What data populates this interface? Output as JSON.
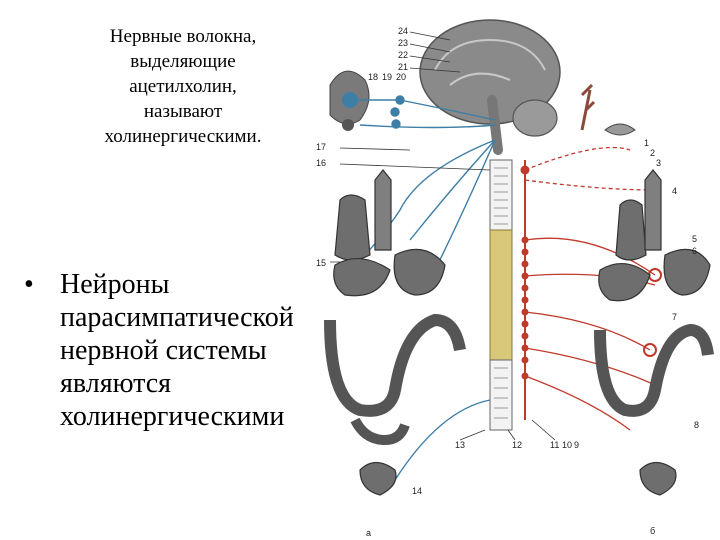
{
  "caption": {
    "lines": [
      "Нервные волокна,",
      "выделяющие",
      "ацетилхолин,",
      "называют",
      "холинергическими."
    ]
  },
  "bullet": {
    "marker": "•",
    "lines": [
      "Нейроны",
      "парасимпатической",
      "нервной системы",
      "являются",
      "холинергическими"
    ]
  },
  "diagram": {
    "top_labels": [
      "24",
      "23",
      "22",
      "21"
    ],
    "row_labels": [
      "18",
      "19",
      "20"
    ],
    "left_labels": [
      "17",
      "16",
      "15"
    ],
    "right_labels": [
      "1",
      "2",
      "3",
      "4",
      "5",
      "6",
      "7",
      "8"
    ],
    "bottom_labels": [
      "13",
      "12",
      "11",
      "10",
      "9"
    ],
    "pelvic_label": "14",
    "bottom_mark": "а",
    "bottom_right_label": "б",
    "colors": {
      "parasympathetic": "#3d7ea6",
      "sympathetic": "#c0392b",
      "organ": "#6e6e6e",
      "spinal_cord": "#d9c77a"
    }
  }
}
